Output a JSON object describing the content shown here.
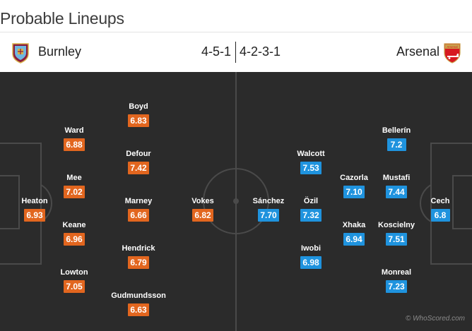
{
  "title": "Probable Lineups",
  "home": {
    "name": "Burnley",
    "formation": "4-5-1",
    "crest_icon": "burnley-crest-icon",
    "color": "#e2661f",
    "players": [
      {
        "name": "Heaton",
        "rating": "6.93"
      },
      {
        "name": "Ward",
        "rating": "6.88"
      },
      {
        "name": "Mee",
        "rating": "7.02"
      },
      {
        "name": "Keane",
        "rating": "6.96"
      },
      {
        "name": "Lowton",
        "rating": "7.05"
      },
      {
        "name": "Boyd",
        "rating": "6.83"
      },
      {
        "name": "Defour",
        "rating": "7.42"
      },
      {
        "name": "Marney",
        "rating": "6.66"
      },
      {
        "name": "Hendrick",
        "rating": "6.79"
      },
      {
        "name": "Gudmundsson",
        "rating": "6.63"
      },
      {
        "name": "Vokes",
        "rating": "6.82"
      }
    ]
  },
  "away": {
    "name": "Arsenal",
    "formation": "4-2-3-1",
    "crest_icon": "arsenal-crest-icon",
    "crest_text": "Arsenal",
    "color": "#1f93de",
    "players": [
      {
        "name": "Cech",
        "rating": "6.8"
      },
      {
        "name": "Bellerín",
        "rating": "7.2"
      },
      {
        "name": "Mustafi",
        "rating": "7.44"
      },
      {
        "name": "Koscielny",
        "rating": "7.51"
      },
      {
        "name": "Monreal",
        "rating": "7.23"
      },
      {
        "name": "Cazorla",
        "rating": "7.10"
      },
      {
        "name": "Xhaka",
        "rating": "6.94"
      },
      {
        "name": "Walcott",
        "rating": "7.53"
      },
      {
        "name": "Özil",
        "rating": "7.32"
      },
      {
        "name": "Iwobi",
        "rating": "6.98"
      },
      {
        "name": "Sánchez",
        "rating": "7.70"
      }
    ]
  },
  "credit": "© WhoScored.com"
}
